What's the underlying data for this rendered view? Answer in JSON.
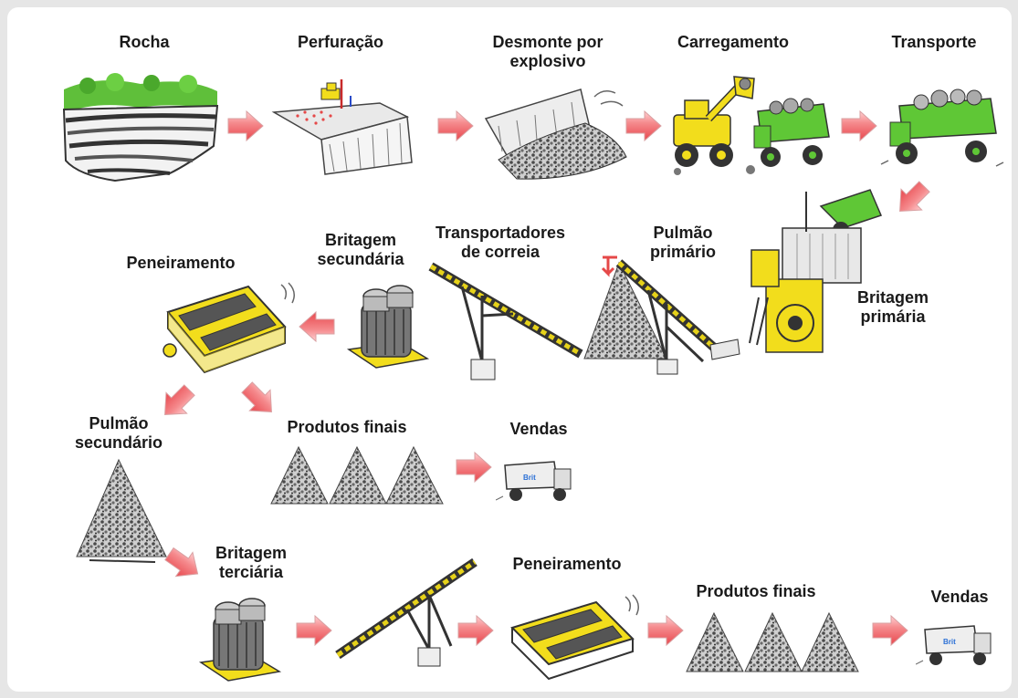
{
  "labels": {
    "rocha": "Rocha",
    "perfuracao": "Perfuração",
    "desmonte_1": "Desmonte por",
    "desmonte_2": "explosivo",
    "carregamento": "Carregamento",
    "transporte": "Transporte",
    "britagem_primaria_1": "Britagem",
    "britagem_primaria_2": "primária",
    "pulmao_primario_1": "Pulmão",
    "pulmao_primario_2": "primário",
    "transportadores_1": "Transportadores",
    "transportadores_2": "de correia",
    "britagem_secundaria_1": "Britagem",
    "britagem_secundaria_2": "secundária",
    "peneiramento_1": "Peneiramento",
    "pulmao_secundario_1": "Pulmão",
    "pulmao_secundario_2": "secundário",
    "produtos_finais_1": "Produtos finais",
    "vendas_1": "Vendas",
    "britagem_terciaria_1": "Britagem",
    "britagem_terciaria_2": "terciária",
    "peneiramento_2": "Peneiramento",
    "produtos_finais_2": "Produtos finais",
    "vendas_2": "Vendas",
    "truck_tag_1": "Brit",
    "truck_tag_2": "Brit"
  },
  "colors": {
    "arrow": "#f0555a",
    "machine_yellow": "#f2dd1c",
    "truck_green": "#5fc736",
    "grass_green": "#5fbf3a",
    "rock_gray": "#8c8c8c",
    "label_text": "#1a1a1a"
  },
  "icons": [
    "rock-layers-icon",
    "drill-rig-icon",
    "blast-rubble-icon",
    "loader-icon",
    "dump-truck-icon",
    "primary-crusher-icon",
    "stockpile-icon",
    "conveyor-icon",
    "cone-crusher-icon",
    "vibrating-screen-icon",
    "sales-truck-icon",
    "flow-arrow-icon"
  ]
}
